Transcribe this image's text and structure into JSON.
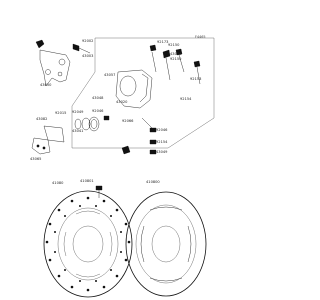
{
  "diagram": {
    "ref_code": "F4465",
    "labels": {
      "bracket_top": "92002",
      "bracket": "43003",
      "bracket_bottom": "43050",
      "pin_top_a": "92173",
      "pin_top_b": "92150",
      "pin_top_c": "43079",
      "pin_top_d": "92150",
      "box_mid": "43057",
      "piston": "43048",
      "seal": "92046",
      "seal_b": "92049",
      "caliper": "43020",
      "pad_spring": "43082",
      "pad_spring_b": "92015",
      "pads": "43065",
      "pad_bolt": "43041",
      "caliper_small": "92066",
      "bleeder_a": "92046",
      "bleeder_b": "92154",
      "bleeder_c": "43049",
      "bolt_top_right": "92153",
      "bolt_right": "92154",
      "disc_bolt": "410801",
      "disc_left": "41080",
      "disc_right": "410800"
    }
  }
}
